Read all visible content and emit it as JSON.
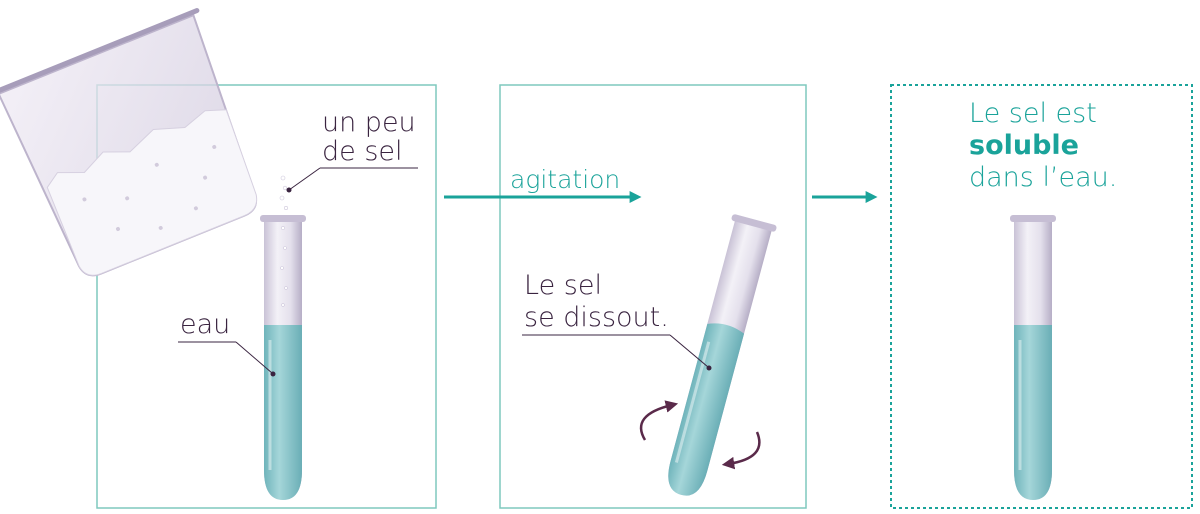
{
  "labels": {
    "salt_line1": "un peu",
    "salt_line2": "de sel",
    "water": "eau",
    "arrow": "agitation",
    "dissolve_line1": "Le sel",
    "dissolve_line2": "se dissout.",
    "conclusion_line1": "Le sel est",
    "conclusion_bold": "soluble",
    "conclusion_line3": "dans l’eau."
  },
  "colors": {
    "frame": "#7fc9bd",
    "accent": "#1aa39a",
    "water": "#8fcbcf",
    "water_dark": "#6fb4bb",
    "tube_glass": "#d9d4e2",
    "tube_rim": "#b9b0c8",
    "text": "#3a2440",
    "rotation_arrow": "#5a2a4a"
  }
}
